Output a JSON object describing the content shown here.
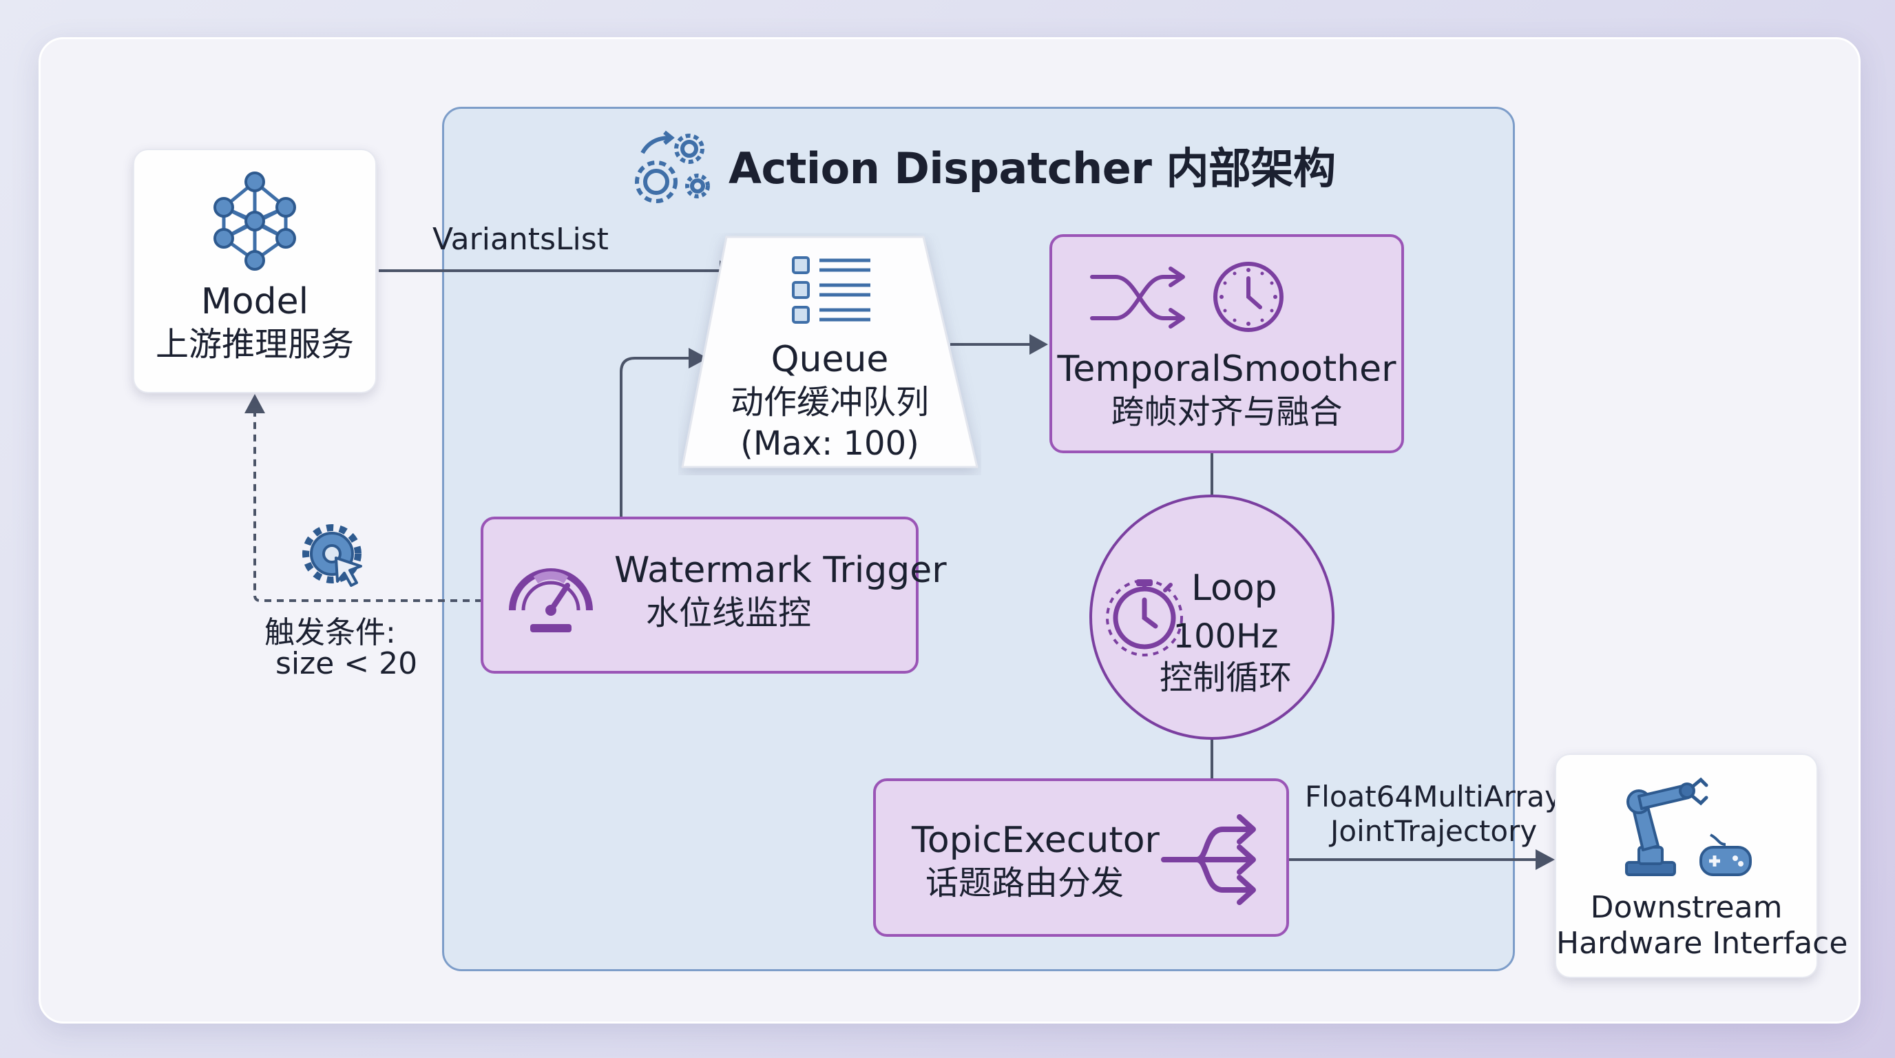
{
  "title": "Action Dispatcher 内部架构",
  "nodes": {
    "model": {
      "name": "Model",
      "desc": "上游推理服务"
    },
    "queue": {
      "name": "Queue",
      "desc": "动作缓冲队列",
      "capacity": "(Max: 100)"
    },
    "smoother": {
      "name": "TemporalSmoother",
      "desc": "跨帧对齐与融合"
    },
    "watermark": {
      "name": "Watermark Trigger",
      "desc": "水位线监控"
    },
    "loop": {
      "name": "Loop",
      "rate": "100Hz",
      "desc": "控制循环"
    },
    "executor": {
      "name": "TopicExecutor",
      "desc": "话题路由分发"
    },
    "downstream": {
      "line1": "Downstream",
      "line2": "Hardware Interface"
    }
  },
  "edges": {
    "model_to_queue": "VariantsList",
    "trigger_condition_1": "触发条件:",
    "trigger_condition_2": "size < 20",
    "output_1": "Float64MultiArray /",
    "output_2": "JointTrajectory"
  },
  "icons": {
    "title": "gears-icon",
    "model": "neural-network-icon",
    "queue": "list-icon",
    "smoother_1": "shuffle-icon",
    "smoother_2": "clock-icon",
    "watermark": "gauge-icon",
    "loop": "stopwatch-icon",
    "executor": "split-arrows-icon",
    "downstream_1": "robot-arm-icon",
    "downstream_2": "gamepad-icon",
    "trigger": "gear-cursor-icon"
  },
  "colors": {
    "background": "#e2e2f1",
    "dispatcher_fill": "#dde7f3",
    "dispatcher_border": "#7d9dc9",
    "purple_fill": "#e6d6f1",
    "purple_border": "#9a55b6",
    "icon_blue": "#3f6fa8",
    "arrow": "#4b5468"
  }
}
